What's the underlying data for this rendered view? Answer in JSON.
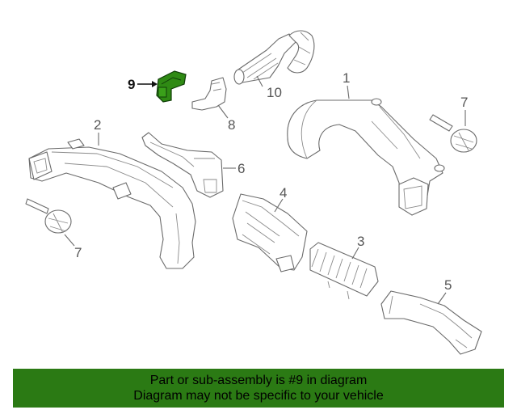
{
  "diagram": {
    "highlight_color": "#2f8a14",
    "callouts": [
      "1",
      "2",
      "3",
      "4",
      "5",
      "6",
      "7",
      "7",
      "8",
      "9",
      "10"
    ]
  },
  "banner": {
    "line1": "Part or sub-assembly is #9 in diagram",
    "line2": "Diagram may not be specific to your vehicle",
    "background": "#2b7a14"
  }
}
